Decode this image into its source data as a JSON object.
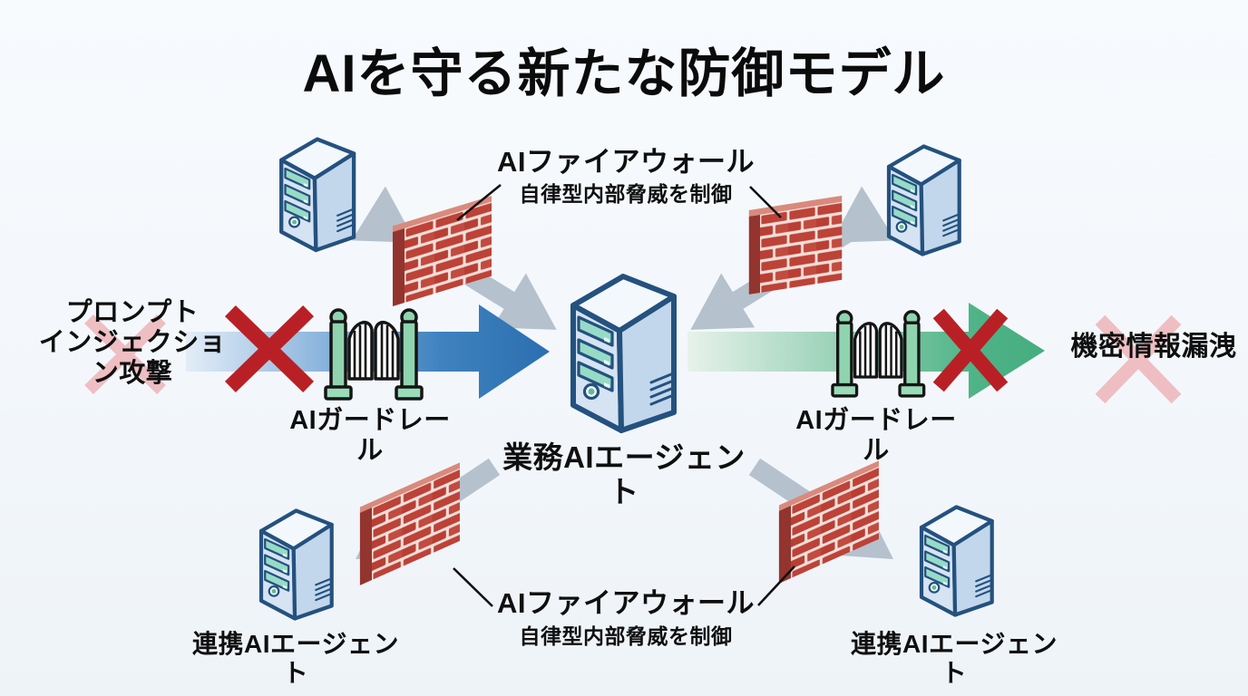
{
  "title": "AIを守る新たな防御モデル",
  "threat": {
    "label": "プロンプト\nインジェクショ\nン攻撃"
  },
  "leak": {
    "label": "機密情報漏洩"
  },
  "guardrails": {
    "left_label": "AIガードレール",
    "right_label": "AIガードレール"
  },
  "firewall_top": {
    "title": "AIファイアウォール",
    "subtitle": "自律型内部脅威を制御"
  },
  "firewall_bottom": {
    "title": "AIファイアウォール",
    "subtitle": "自律型内部脅威を制御"
  },
  "agents": {
    "center_label": "業務AIエージェント",
    "bottom_left_label": "連携AIエージェント",
    "bottom_right_label": "連携AIエージェント"
  },
  "icons": {
    "server": "server-tower-icon",
    "firewall": "brick-wall-icon",
    "guardrail": "gate-fence-icon",
    "blocked": "x-mark-icon",
    "flow_in": "blue-flow-arrow",
    "flow_out": "green-flow-arrow",
    "lateral": "gray-bidirectional-arrow"
  },
  "colors": {
    "arrow_blue": "#2b6fb0",
    "arrow_green": "#48b183",
    "block_red": "#b92025",
    "faded_red": "#eebcc0",
    "brick_red": "#bd4238",
    "mortar": "#f0dfd9",
    "gate_green": "#8fd4ae",
    "server_outline": "#24517e",
    "server_face": "#d5e3f3",
    "slot_teal": "#97dbc6",
    "gray_arrow": "#b5c1cc",
    "background": "#f3f7fb"
  }
}
